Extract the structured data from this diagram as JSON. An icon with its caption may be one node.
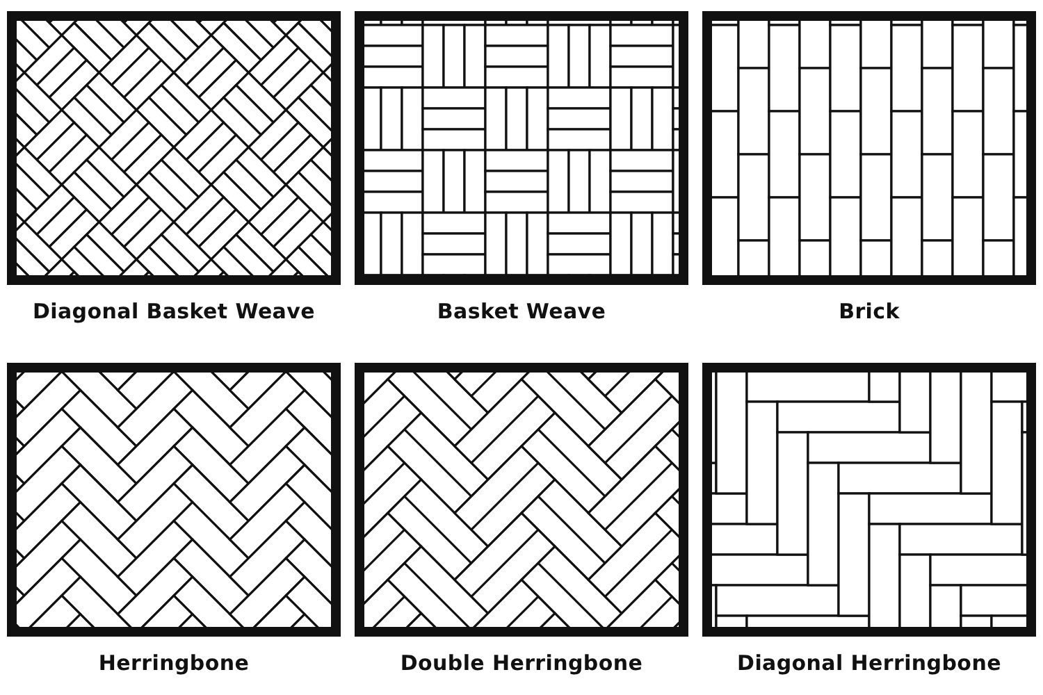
{
  "diagram": {
    "labels": [
      "Diagonal Basket Weave",
      "Basket Weave",
      "Brick",
      "Herringbone",
      "Double Herringbone",
      "Diagonal Herringbone"
    ]
  }
}
